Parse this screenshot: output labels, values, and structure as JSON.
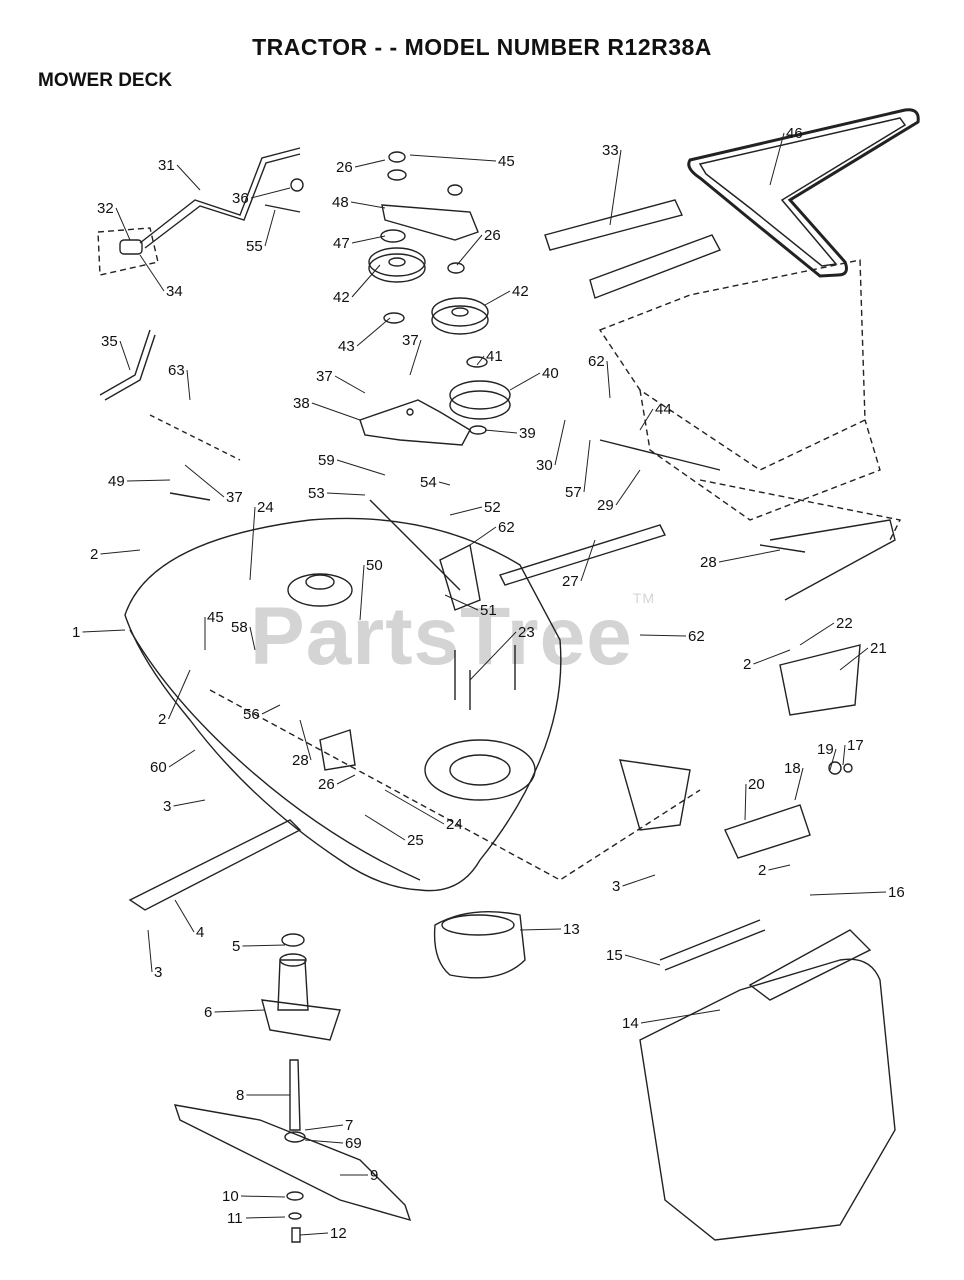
{
  "header": {
    "title": "TRACTOR - - MODEL NUMBER R12R38A",
    "section": "MOWER DECK"
  },
  "watermark": {
    "text": "PartsTree",
    "mark": "TM"
  },
  "callouts": [
    {
      "id": "c31",
      "label": "31"
    },
    {
      "id": "c26a",
      "label": "26"
    },
    {
      "id": "c45a",
      "label": "45"
    },
    {
      "id": "c33",
      "label": "33"
    },
    {
      "id": "c46",
      "label": "46"
    },
    {
      "id": "c36",
      "label": "36"
    },
    {
      "id": "c48",
      "label": "48"
    },
    {
      "id": "c32",
      "label": "32"
    },
    {
      "id": "c55",
      "label": "55"
    },
    {
      "id": "c47",
      "label": "47"
    },
    {
      "id": "c26b",
      "label": "26"
    },
    {
      "id": "c34",
      "label": "34"
    },
    {
      "id": "c42a",
      "label": "42"
    },
    {
      "id": "c42b",
      "label": "42"
    },
    {
      "id": "c35",
      "label": "35"
    },
    {
      "id": "c43",
      "label": "43"
    },
    {
      "id": "c37a",
      "label": "37"
    },
    {
      "id": "c41",
      "label": "41"
    },
    {
      "id": "c63",
      "label": "63"
    },
    {
      "id": "c37b",
      "label": "37"
    },
    {
      "id": "c40",
      "label": "40"
    },
    {
      "id": "c62a",
      "label": "62"
    },
    {
      "id": "c38",
      "label": "38"
    },
    {
      "id": "c44",
      "label": "44"
    },
    {
      "id": "c39",
      "label": "39"
    },
    {
      "id": "c30",
      "label": "30"
    },
    {
      "id": "c57",
      "label": "57"
    },
    {
      "id": "c59",
      "label": "59"
    },
    {
      "id": "c54",
      "label": "54"
    },
    {
      "id": "c29",
      "label": "29"
    },
    {
      "id": "c49",
      "label": "49"
    },
    {
      "id": "c37c",
      "label": "37"
    },
    {
      "id": "c53",
      "label": "53"
    },
    {
      "id": "c52",
      "label": "52"
    },
    {
      "id": "c24a",
      "label": "24"
    },
    {
      "id": "c62b",
      "label": "62"
    },
    {
      "id": "c2a",
      "label": "2"
    },
    {
      "id": "c28a",
      "label": "28"
    },
    {
      "id": "c50",
      "label": "50"
    },
    {
      "id": "c27",
      "label": "27"
    },
    {
      "id": "c51",
      "label": "51"
    },
    {
      "id": "c1",
      "label": "1"
    },
    {
      "id": "c45b",
      "label": "45"
    },
    {
      "id": "c58",
      "label": "58"
    },
    {
      "id": "c23",
      "label": "23"
    },
    {
      "id": "c62c",
      "label": "62"
    },
    {
      "id": "c22",
      "label": "22"
    },
    {
      "id": "c21",
      "label": "21"
    },
    {
      "id": "c2b",
      "label": "2"
    },
    {
      "id": "c2c",
      "label": "2"
    },
    {
      "id": "c56",
      "label": "56"
    },
    {
      "id": "c28b",
      "label": "28"
    },
    {
      "id": "c19",
      "label": "19"
    },
    {
      "id": "c17",
      "label": "17"
    },
    {
      "id": "c60",
      "label": "60"
    },
    {
      "id": "c26c",
      "label": "26"
    },
    {
      "id": "c20",
      "label": "20"
    },
    {
      "id": "c18",
      "label": "18"
    },
    {
      "id": "c3a",
      "label": "3"
    },
    {
      "id": "c24b",
      "label": "24"
    },
    {
      "id": "c25",
      "label": "25"
    },
    {
      "id": "c2d",
      "label": "2"
    },
    {
      "id": "c3b",
      "label": "3"
    },
    {
      "id": "c16",
      "label": "16"
    },
    {
      "id": "c4",
      "label": "4"
    },
    {
      "id": "c13",
      "label": "13"
    },
    {
      "id": "c5",
      "label": "5"
    },
    {
      "id": "c15",
      "label": "15"
    },
    {
      "id": "c3c",
      "label": "3"
    },
    {
      "id": "c6",
      "label": "6"
    },
    {
      "id": "c14",
      "label": "14"
    },
    {
      "id": "c8",
      "label": "8"
    },
    {
      "id": "c7",
      "label": "7"
    },
    {
      "id": "c69",
      "label": "69"
    },
    {
      "id": "c9",
      "label": "9"
    },
    {
      "id": "c10",
      "label": "10"
    },
    {
      "id": "c11",
      "label": "11"
    },
    {
      "id": "c12",
      "label": "12"
    }
  ]
}
